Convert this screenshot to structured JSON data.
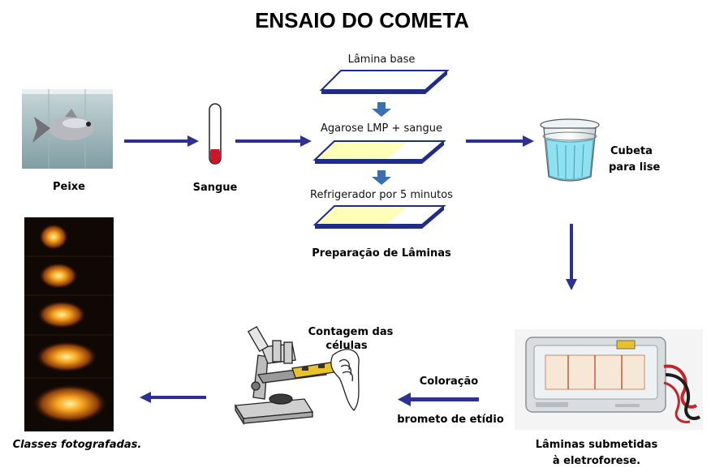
{
  "title": "ENSAIO DO COMETA",
  "steps": {
    "fish": "Peixe",
    "blood": "Sangue",
    "slide_base": "Lâmina base",
    "agarose": "Agarose LMP + sangue",
    "fridge": "Refrigerador por 5 minutos",
    "prep": "Preparação de Lâminas",
    "cuvette_line1": "Cubeta",
    "cuvette_line2": "para lise",
    "electro_line1": "Lâminas submetidas",
    "electro_line2": "à eletroforese.",
    "stain_line1": "Coloração",
    "stain_line2": "brometo de etídio",
    "count_line1": "Contagem das",
    "count_line2": "células",
    "classes": "Classes fotografadas."
  },
  "colors": {
    "arrow": "#2e3192",
    "small_arrow": "#3a6fb5",
    "slide_fill_yellow": "#ffffb8",
    "slide_edge": "#1f2d8a",
    "liquid": "#8fe0f0",
    "blood": "#d0142a"
  }
}
